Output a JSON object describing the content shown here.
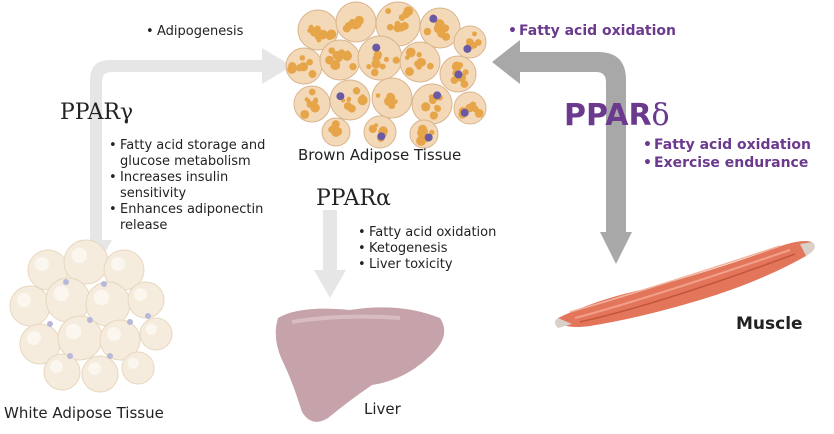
{
  "ppar_gamma": {
    "label": "PPARγ",
    "effects": [
      "Fatty acid storage and glucose metabolism",
      "Increases insulin sensitivity",
      "Enhances adiponectin release"
    ],
    "top_arrow_effect": "Adipogenesis"
  },
  "ppar_alpha": {
    "label": "PPARα",
    "effects": [
      "Fatty acid oxidation",
      "Ketogenesis",
      "Liver toxicity"
    ]
  },
  "ppar_delta": {
    "label_prefix": "PPAR",
    "label_greek": "δ",
    "top_arrow_effect": "Fatty acid oxidation",
    "effects": [
      "Fatty acid oxidation",
      "Exercise endurance"
    ]
  },
  "tissues": {
    "brown_adipose": "Brown Adipose Tissue",
    "white_adipose": "White Adipose Tissue",
    "liver": "Liver",
    "muscle": "Muscle"
  },
  "colors": {
    "ppar_delta_purple": "#6b3a8e",
    "light_arrow": "#e6e6e6",
    "dark_arrow": "#a8a8a8",
    "liver": "#c6a3ab",
    "muscle": "#e3765a",
    "white_fat": "#f6ecde",
    "brown_fat_cell": "#f3d9b7",
    "brown_fat_droplet": "#e7a54a",
    "brown_fat_nucleus": "#6a5aa6"
  }
}
